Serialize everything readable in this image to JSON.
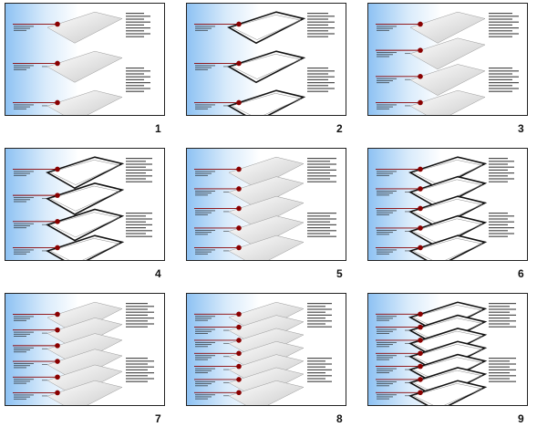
{
  "colors": {
    "gradient_left": "#8ec2f3",
    "gradient_mid": "#d9ebfb",
    "connector_red": "#8a0000",
    "connector_dot": "#8a0000",
    "plate_light": "#ffffff",
    "plate_gray": "#c8c8c8",
    "plate_outline": "#111111",
    "text_dark": "#222222"
  },
  "slides": [
    {
      "number": "1",
      "layers": 3,
      "style": "gray"
    },
    {
      "number": "2",
      "layers": 3,
      "style": "outline"
    },
    {
      "number": "3",
      "layers": 4,
      "style": "gray"
    },
    {
      "number": "4",
      "layers": 4,
      "style": "outline"
    },
    {
      "number": "5",
      "layers": 5,
      "style": "gray"
    },
    {
      "number": "6",
      "layers": 5,
      "style": "outline"
    },
    {
      "number": "7",
      "layers": 6,
      "style": "gray"
    },
    {
      "number": "8",
      "layers": 7,
      "style": "gray"
    },
    {
      "number": "9",
      "layers": 7,
      "style": "outline"
    }
  ]
}
